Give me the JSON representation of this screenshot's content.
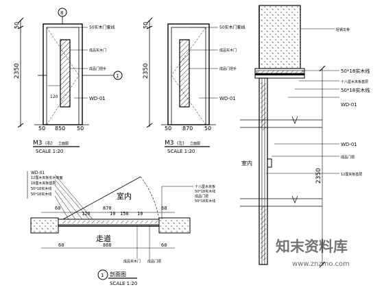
{
  "elevation_m3_left": {
    "label_title": "M3",
    "label_paren": "(右)",
    "label_kind": "立面图",
    "scale": "SCALE   1:20",
    "height_dim": "2350",
    "top_dim": "50",
    "width_dims": [
      "50",
      "850",
      "50"
    ],
    "callouts": [
      "50实木门套线",
      "成品实木门",
      "成品门把手",
      "WD-01"
    ],
    "inner_dim": "120",
    "section_marker_top": "8",
    "section_marker_right": "1"
  },
  "elevation_m3_right": {
    "label_title": "M3",
    "label_paren": "(左)",
    "label_kind": "立面图",
    "scale": "SCALE   1:20",
    "height_dim": "2350",
    "top_dim": "50",
    "width_dims": [
      "50",
      "870",
      "50"
    ],
    "callouts": [
      "50实木门套线",
      "成品实木门",
      "成品门把手",
      "WD-01"
    ]
  },
  "section_vertical": {
    "height_dim": "2350",
    "room_label": "室内",
    "callouts": [
      "轻钢龙骨",
      "50*18实木线",
      "十八厘木夹板基层",
      "50*18实木线",
      "WD-01",
      "WD-01",
      "成品门把",
      "12厘夹板基层"
    ]
  },
  "plan_section": {
    "room_label": "室内",
    "corridor_label": "走道",
    "title": "剖面图",
    "scale": "SCALE    1:20",
    "marker": "1",
    "left_callouts": [
      "WD-01",
      "12厘木夹板实木饰面",
      "18厘木夹板基层",
      "50*18实木线",
      "50*18实木线"
    ],
    "right_callouts": [
      "十八厘木夹板",
      "50*18实木线",
      "成品门把",
      "50*18实木线"
    ],
    "top_dims": [
      "60",
      "120",
      "870",
      "10",
      "150",
      "10",
      "60"
    ],
    "bottom_dims": [
      "60",
      "860",
      "60"
    ],
    "bottom_callouts": [
      "成品实木门",
      "成品门把"
    ]
  },
  "watermark": {
    "brand": "知末资料库",
    "url": "www.znzmo.com"
  }
}
